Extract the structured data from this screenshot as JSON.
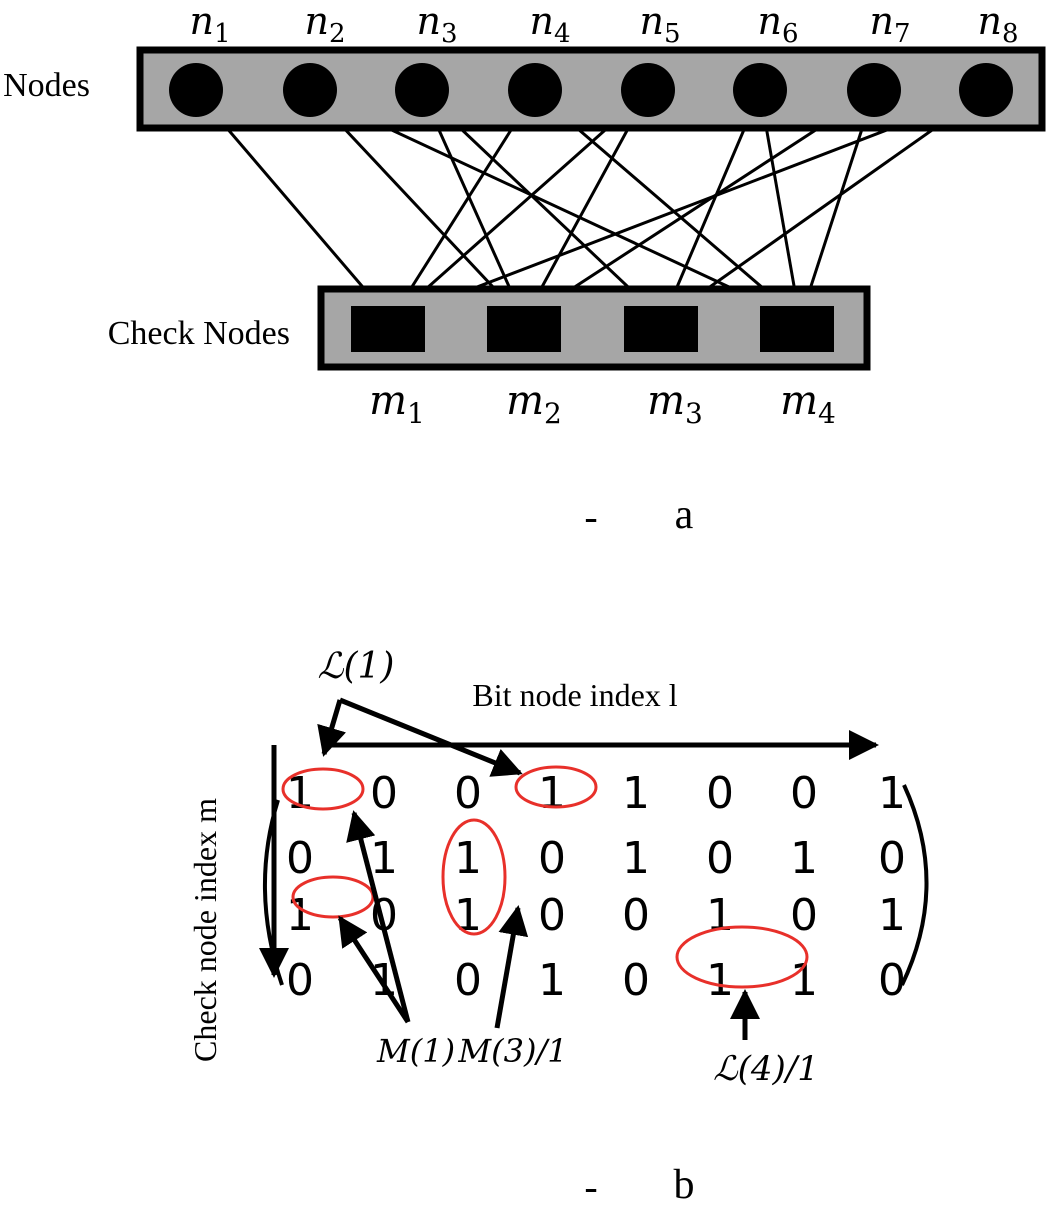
{
  "panel_a": {
    "bit_nodes_label": "Nodes",
    "check_nodes_label": "Check Nodes",
    "bit_nodes": [
      {
        "base": "n",
        "sub": "1"
      },
      {
        "base": "n",
        "sub": "2"
      },
      {
        "base": "n",
        "sub": "3"
      },
      {
        "base": "n",
        "sub": "4"
      },
      {
        "base": "n",
        "sub": "5"
      },
      {
        "base": "n",
        "sub": "6"
      },
      {
        "base": "n",
        "sub": "7"
      },
      {
        "base": "n",
        "sub": "8"
      }
    ],
    "check_nodes": [
      {
        "base": "m",
        "sub": "1"
      },
      {
        "base": "m",
        "sub": "2"
      },
      {
        "base": "m",
        "sub": "3"
      },
      {
        "base": "m",
        "sub": "4"
      }
    ],
    "caption_dash": "-",
    "caption_letter": "a"
  },
  "panel_b": {
    "top_label": "ℒ(1)",
    "x_axis_label": "Bit node index l",
    "y_axis_label": "Check node index m",
    "matrix": [
      [
        "1",
        "0",
        "0",
        "1",
        "1",
        "0",
        "0",
        "1"
      ],
      [
        "0",
        "1",
        "1",
        "0",
        "1",
        "0",
        "1",
        "0"
      ],
      [
        "1",
        "0",
        "1",
        "0",
        "0",
        "1",
        "0",
        "1"
      ],
      [
        "0",
        "1",
        "0",
        "1",
        "0",
        "1",
        "1",
        "0"
      ]
    ],
    "label_m1": "M(1)",
    "label_m3": "M(3)/1",
    "label_l4": "ℒ(4)/1",
    "caption_dash": "-",
    "caption_letter": "b"
  },
  "colors": {
    "box_fill": "#a6a6a6",
    "stroke": "#000000",
    "highlight": "#e8302a"
  }
}
